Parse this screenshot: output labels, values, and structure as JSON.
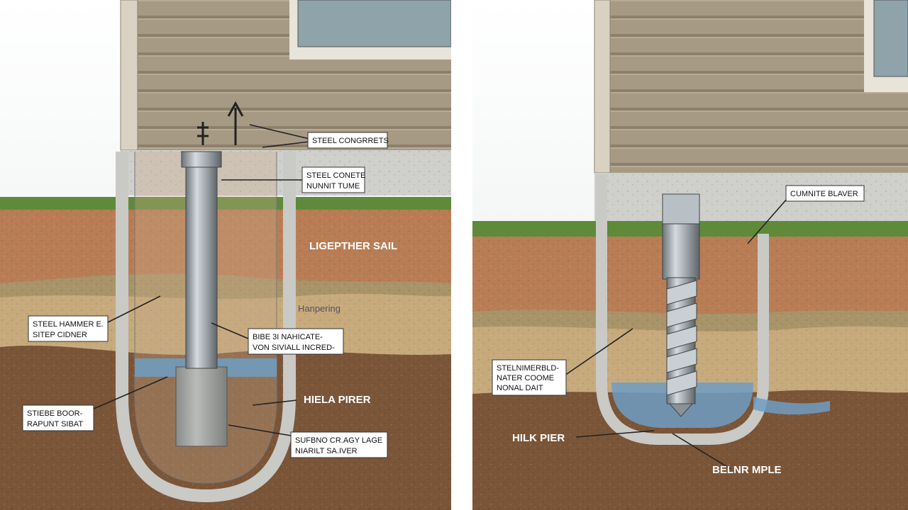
{
  "left_panel": {
    "callouts": {
      "steel_concrete_top": "STEEL CONGRRETS",
      "steel_concrete_tube_1": "STEEL CONETE",
      "steel_concrete_tube_2": "NUNNIT TUME",
      "layer_name": "LIGEPTHER SAIL",
      "layer_faint": "Hanpering",
      "steel_hammer_1": "STEEL HAMMER E.",
      "steel_hammer_2": "SITEP CIDNER",
      "pier_tube_1": "BIBE 3I NAHICATE-",
      "pier_tube_2": "VON SIVIALL INCRED-",
      "helical_pier": "HIELA PIRER",
      "steel_boot_1": "STIEBE BOOR-",
      "steel_boot_2": "RAPUNT SIBAT",
      "bearing_1": "SUFBNO CR.AGY LAGE",
      "bearing_2": "NIARILT SA.IVER"
    }
  },
  "right_panel": {
    "callouts": {
      "concrete_layer": "CUMNITE BLAVER",
      "steel_hammer_1": "STELNIMERBLD-",
      "steel_hammer_2": "NATER COOME",
      "steel_hammer_3": "NONAL DAIT",
      "helix_pier": "HILK PIER",
      "bearing_mple": "BELNR MPLE"
    }
  },
  "colors": {
    "siding": "#a89a84",
    "concrete": "#c8c8c4",
    "grass": "#5e8a3a",
    "topsoil": "#b97d55",
    "sand": "#c6a87a",
    "deep_soil": "#7b5538",
    "water": "#6e9ec4",
    "steel": "#9aa2a8"
  }
}
